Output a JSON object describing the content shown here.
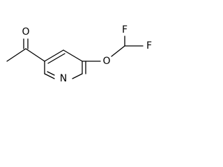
{
  "molecule": {
    "atoms": {
      "oxygen_carbonyl": "O",
      "nitrogen_ring": "N",
      "oxygen_ether": "O",
      "fluorine_top": "F",
      "fluorine_right": "F"
    }
  },
  "colors": {
    "bond": "#000000",
    "label": "#000000",
    "background": "#ffffff"
  }
}
